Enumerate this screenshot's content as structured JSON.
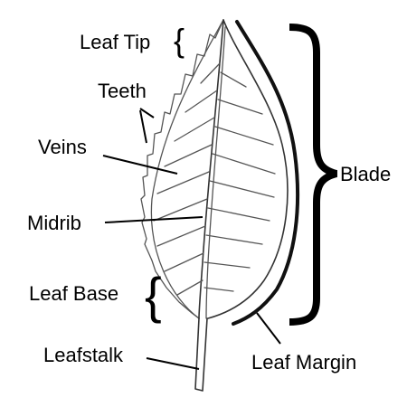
{
  "labels": {
    "leaf_tip": "Leaf Tip",
    "teeth": "Teeth",
    "veins": "Veins",
    "midrib": "Midrib",
    "leaf_base": "Leaf Base",
    "leafstalk": "Leafstalk",
    "blade": "Blade",
    "leaf_margin": "Leaf Margin"
  },
  "symbols": {
    "small_brace": "{"
  },
  "colors": {
    "text": "#000000",
    "sketch": "#555555",
    "margin_highlight": "#111111"
  }
}
